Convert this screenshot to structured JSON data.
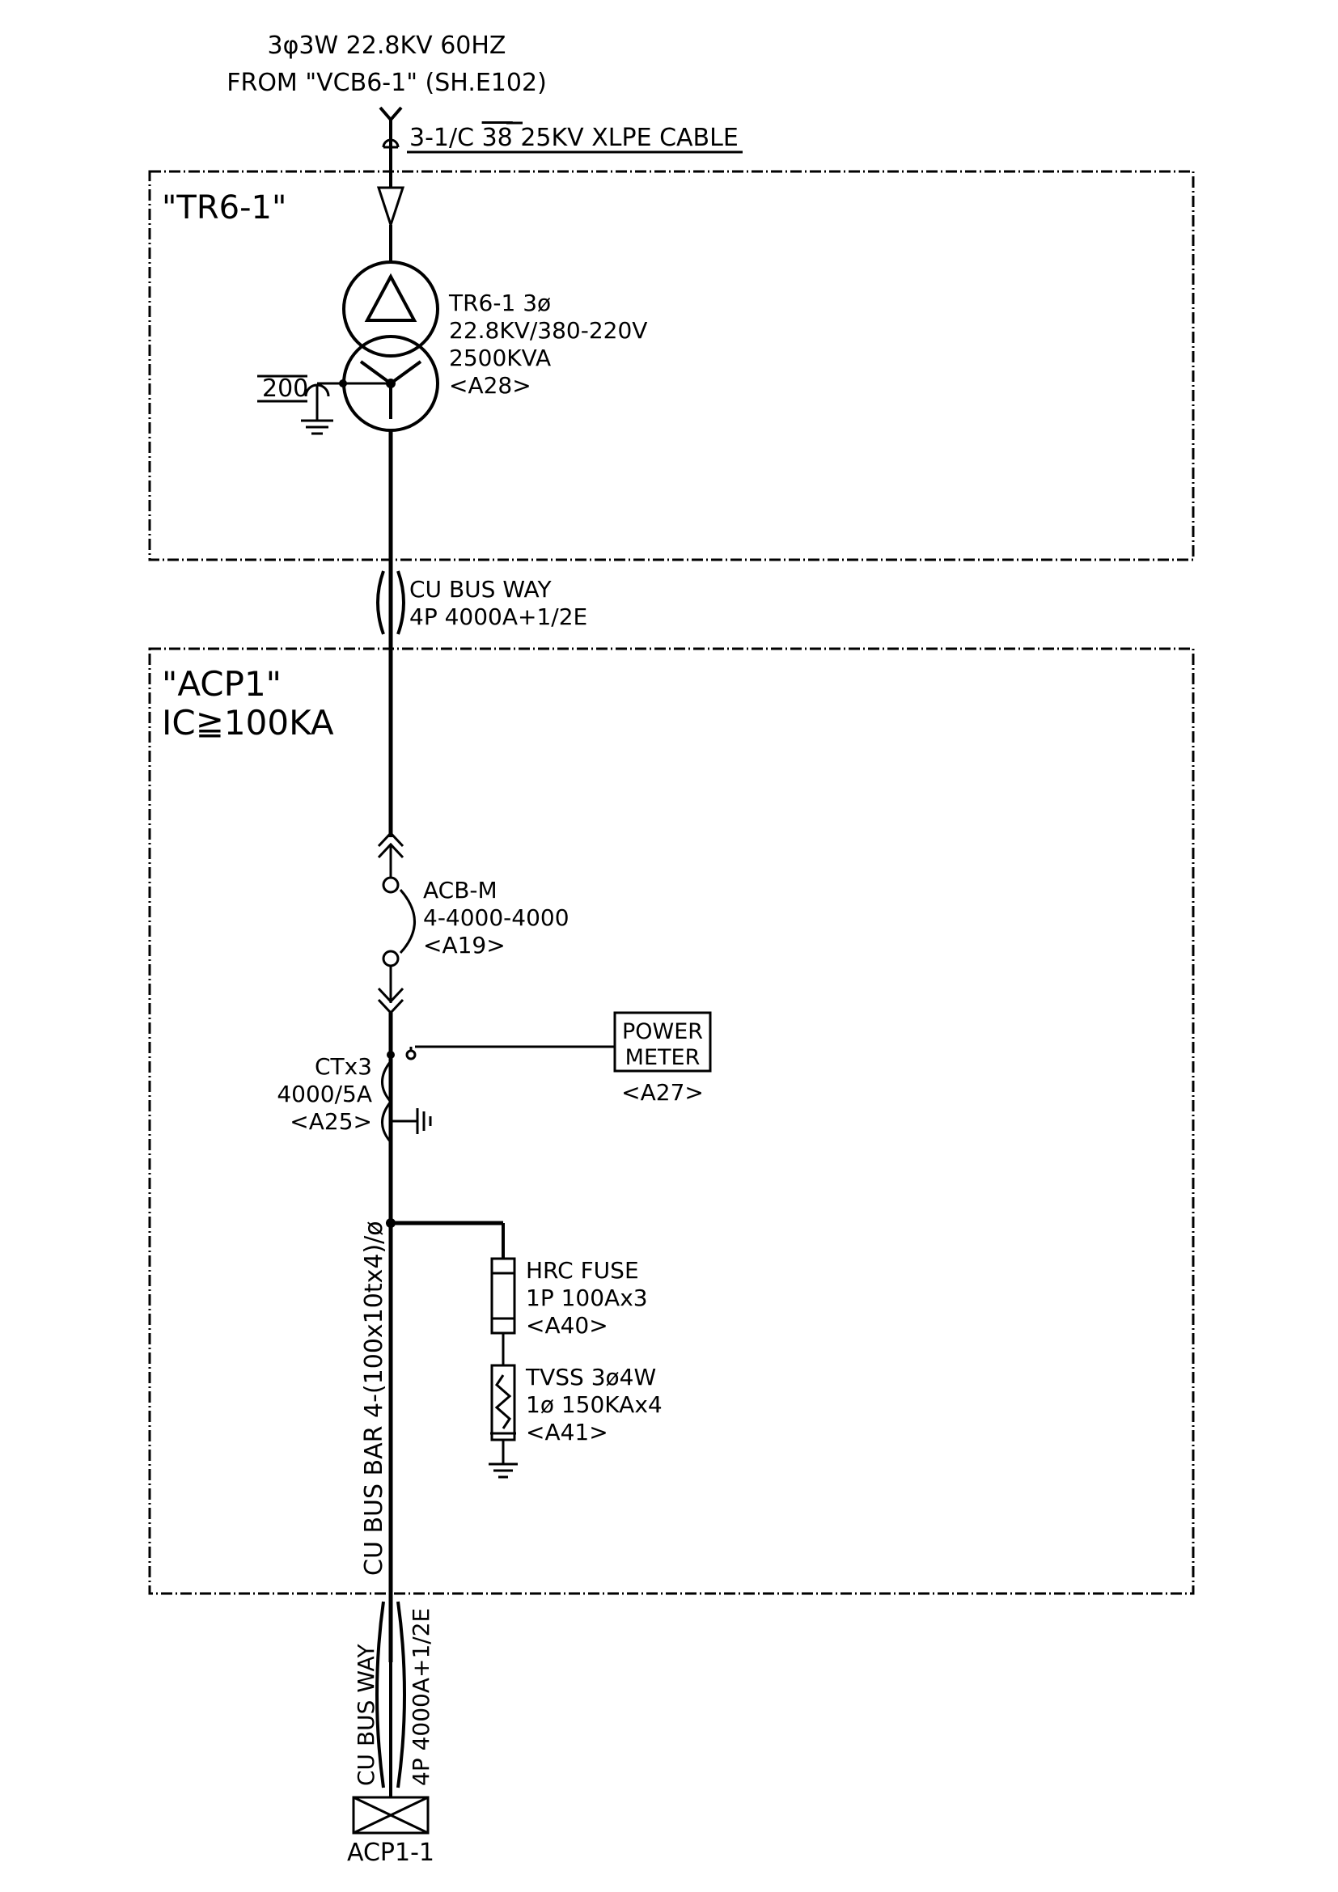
{
  "source": {
    "line1": "3φ3W 22.8KV 60HZ",
    "line2": "FROM \"VCB6-1\" (SH.E102)"
  },
  "incoming_cable": {
    "prefix": "3-1/C ",
    "size": "38",
    "suffix": " 25KV XLPE CABLE"
  },
  "tr_box": {
    "title": "\"TR6-1\""
  },
  "transformer": {
    "name": "TR6-1 3ø",
    "voltage": "22.8KV/380-220V",
    "rating": "2500KVA",
    "ref": "<A28>",
    "ground_label": "200"
  },
  "busway_top": {
    "line1": "CU BUS WAY",
    "line2": "4P 4000A+1/2E"
  },
  "acp_box": {
    "title": "\"ACP1\"",
    "ic": "IC≧100KA"
  },
  "acb": {
    "name": "ACB-M",
    "rating": "4-4000-4000",
    "ref": "<A19>"
  },
  "ct": {
    "name": "CTx3",
    "ratio": "4000/5A",
    "ref": "<A25>"
  },
  "power_meter": {
    "line1": "POWER",
    "line2": "METER",
    "ref": "<A27>"
  },
  "hrc_fuse": {
    "name": "HRC FUSE",
    "rating": "1P 100Ax3",
    "ref": "<A40>"
  },
  "tvss": {
    "name": "TVSS 3ø4W",
    "rating": "1ø 150KAx4",
    "ref": "<A41>"
  },
  "bus_bar": {
    "label": "CU BUS BAR 4-(100x10tx4)/ø"
  },
  "busway_bottom": {
    "line1": "CU BUS WAY",
    "line2": "4P 4000A+1/2E"
  },
  "destination": {
    "label": "ACP1-1"
  }
}
